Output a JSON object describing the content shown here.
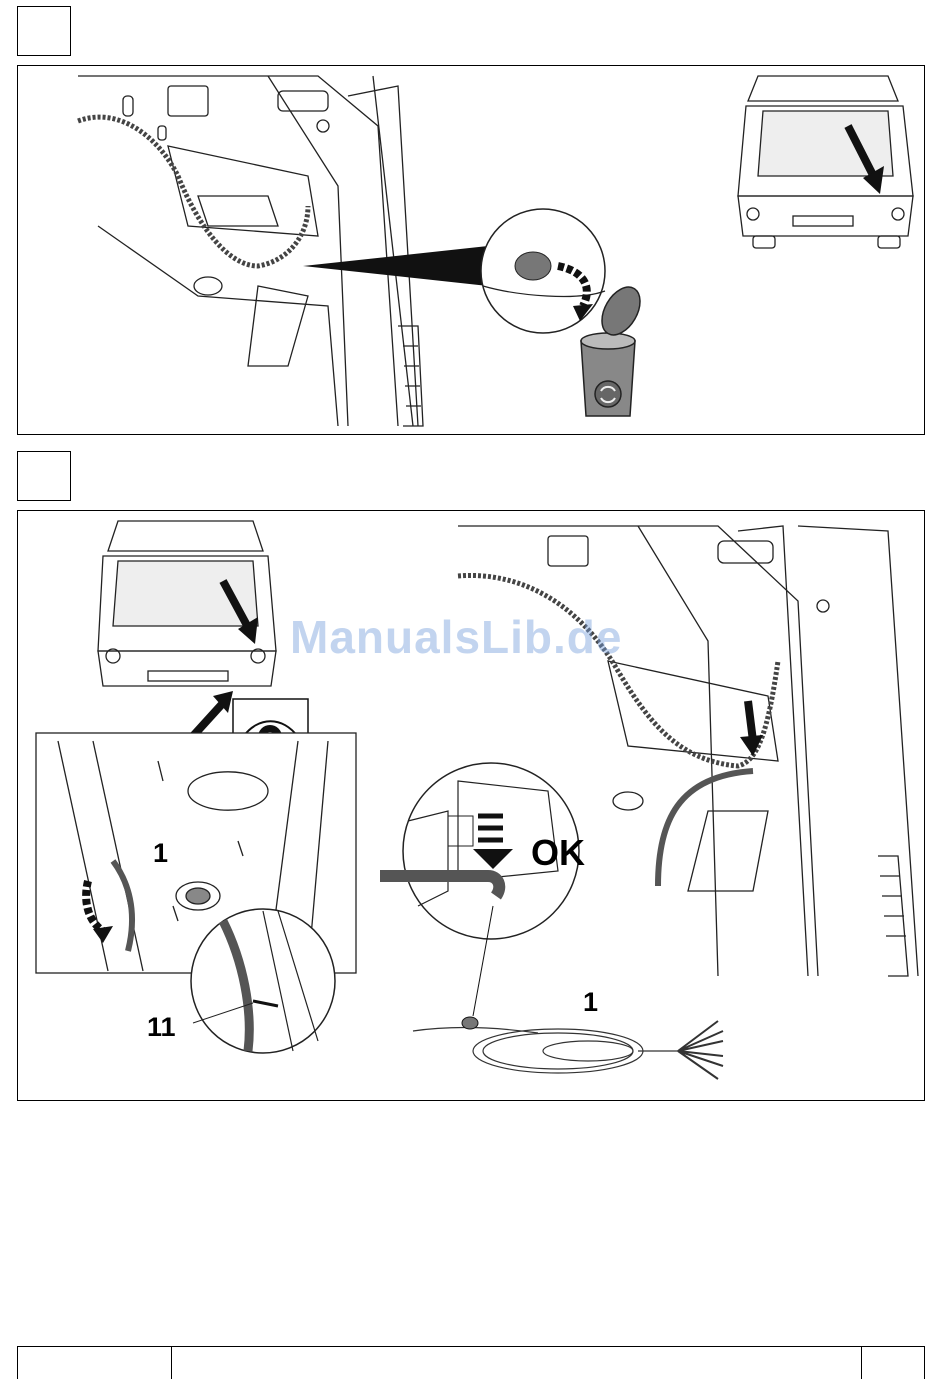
{
  "step1": {
    "number": ""
  },
  "step2": {
    "number": ""
  },
  "labels": {
    "part_1_left": "1",
    "part_11": "11",
    "ok": "OK",
    "part_1_harness": "1"
  },
  "watermark": "ManualsLib.de",
  "footer": {
    "cell_left": "",
    "cell_middle": "",
    "cell_right": ""
  },
  "colors": {
    "line": "#222222",
    "cable": "#555555",
    "watermark": "#8fb0e0"
  }
}
